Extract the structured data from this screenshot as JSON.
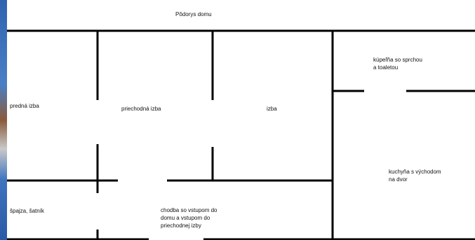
{
  "title": "Pôdorys domu",
  "rooms": {
    "front_room": "predná izba",
    "walkthrough_room": "priechodná izba",
    "room": "izba",
    "bathroom": "kúpeľňa so sprchou\na toaletou",
    "pantry": "špajza, šatník",
    "corridor": "chodba so vstupom do\ndomu a vstupom do\npriechodnej izby",
    "kitchen": "kuchyňa s východom\nna dvor"
  },
  "colors": {
    "wall": "#000000",
    "background": "#ffffff",
    "left_edge_photo": "#3b6fb5"
  }
}
